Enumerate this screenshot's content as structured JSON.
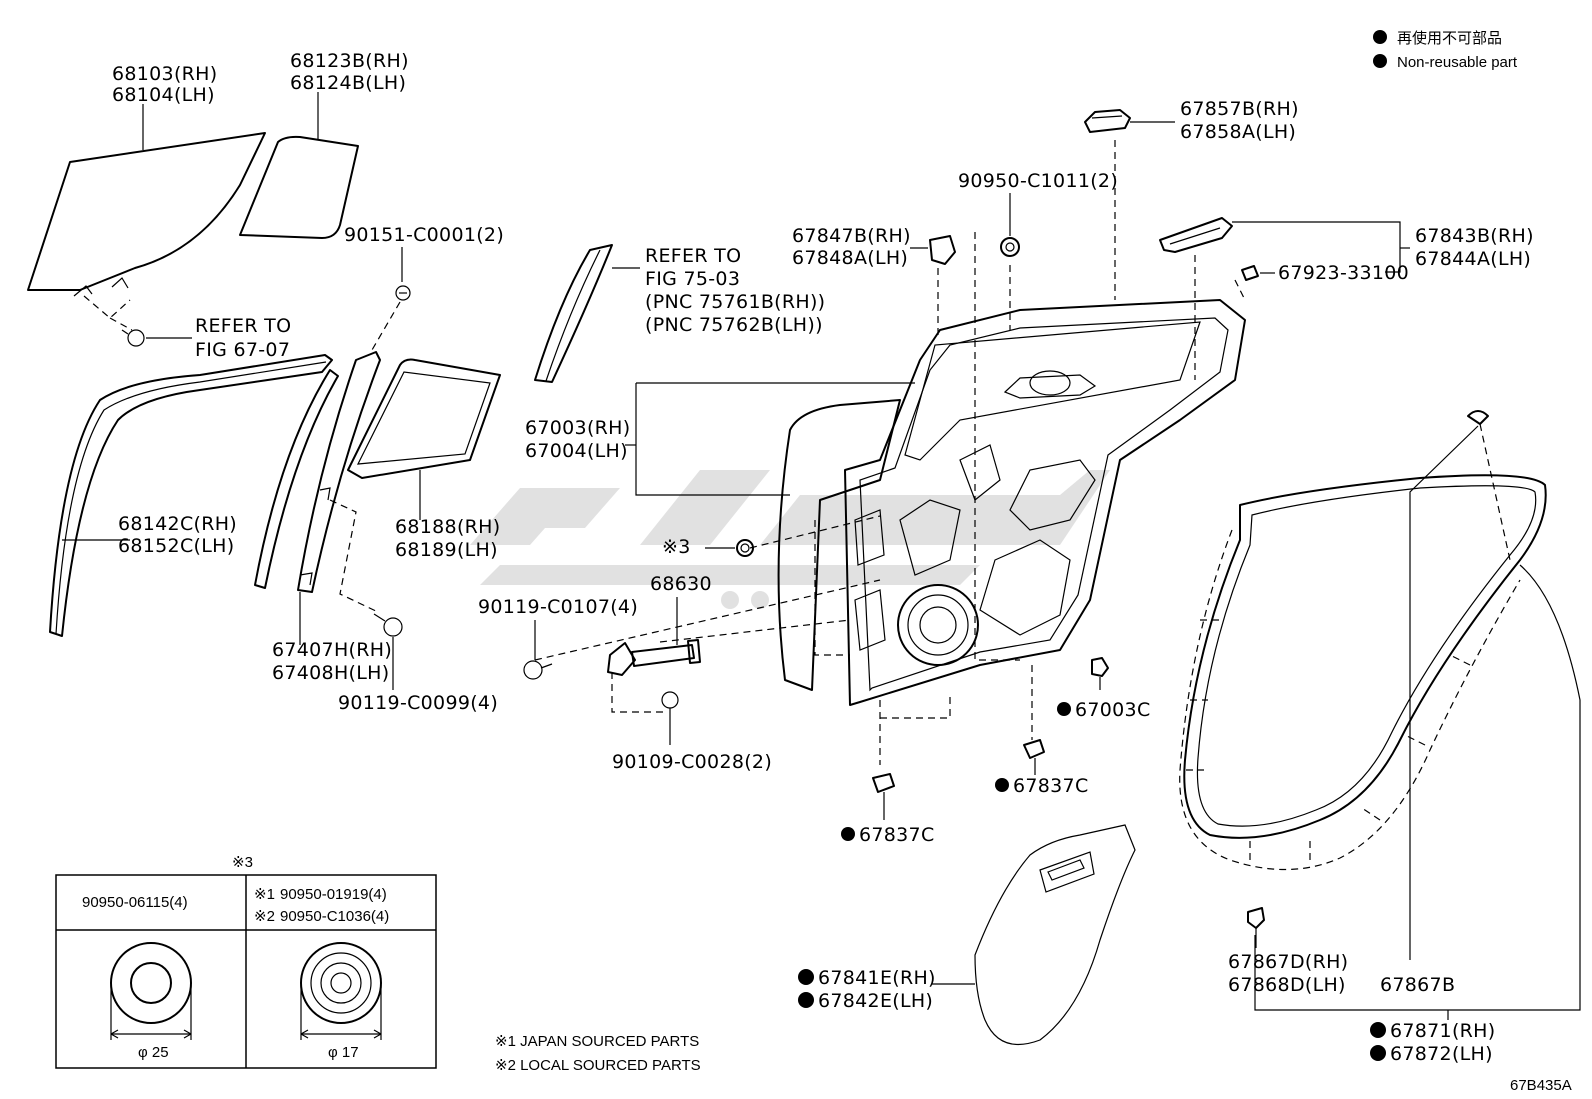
{
  "legend": {
    "jp": "再使用不可部品",
    "en": "Non-reusable part",
    "color": "#000000"
  },
  "parts": {
    "p68103_rh": "68103(RH)",
    "p68104_lh": "68104(LH)",
    "p68123b_rh": "68123B(RH)",
    "p68124b_lh": "68124B(LH)",
    "p90151": "90151-C0001(2)",
    "refer_to_1": "REFER TO",
    "fig_67_07": "FIG 67-07",
    "refer_to_2": "REFER TO",
    "fig_75_03": "FIG 75-03",
    "pnc_rh": "(PNC 75761B(RH))",
    "pnc_lh": "(PNC 75762B(LH))",
    "p67857b_rh": "67857B(RH)",
    "p67858a_lh": "67858A(LH)",
    "p90950_c1011": "90950-C1011(2)",
    "p67847b_rh": "67847B(RH)",
    "p67848a_lh": "67848A(LH)",
    "p67843b_rh": "67843B(RH)",
    "p67844a_lh": "67844A(LH)",
    "p67923": "67923-33100",
    "p67003_rh": "67003(RH)",
    "p67004_lh": "67004(LH)",
    "p68142c_rh": "68142C(RH)",
    "p68152c_lh": "68152C(LH)",
    "p68188_rh": "68188(RH)",
    "p68189_lh": "68189(LH)",
    "note3": "※3",
    "p68630": "68630",
    "p90119_c0107": "90119-C0107(4)",
    "p67407h_rh": "67407H(RH)",
    "p67408h_lh": "67408H(LH)",
    "p90119_c0099": "90119-C0099(4)",
    "p90109_c0028": "90109-C0028(2)",
    "p67003c": "67003C",
    "p67837c_a": "67837C",
    "p67837c_b": "67837C",
    "p67841e_rh": "67841E(RH)",
    "p67842e_lh": "67842E(LH)",
    "p67867d_rh": "67867D(RH)",
    "p67868d_lh": "67868D(LH)",
    "p67867b": "67867B",
    "p67871_rh": "67871(RH)",
    "p67872_lh": "67872(LH)"
  },
  "table": {
    "title": "※3",
    "col1_part": "90950-06115(4)",
    "col2_line1_mark": "※1",
    "col2_line1_part": "90950-01919(4)",
    "col2_line2_mark": "※2",
    "col2_line2_part": "90950-C1036(4)",
    "dim1": "φ 25",
    "dim2": "φ 17"
  },
  "notes": {
    "note1": "※1 JAPAN SOURCED PARTS",
    "note2": "※2 LOCAL SOURCED PARTS"
  },
  "figure_code": "67B435A"
}
